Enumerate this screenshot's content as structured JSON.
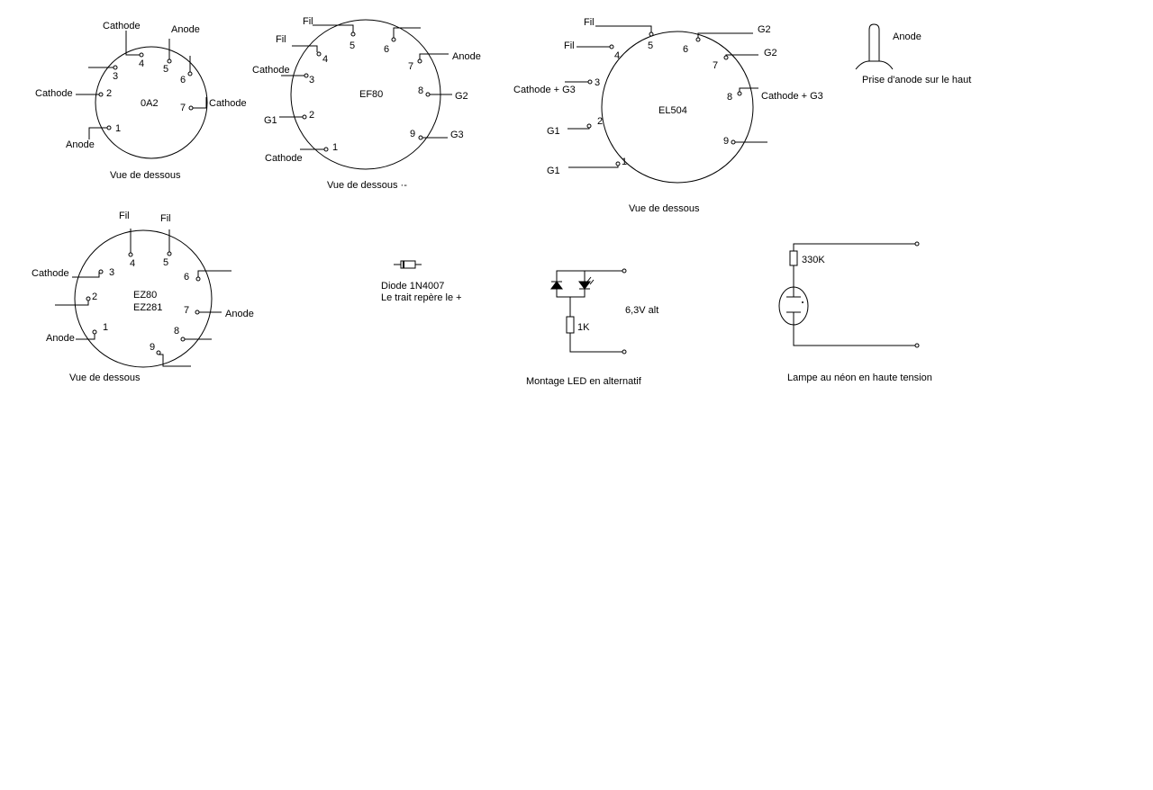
{
  "tubes": [
    {
      "id": "oa2",
      "name": "0A2",
      "view": "Vue de dessous",
      "pins": [
        {
          "n": "1",
          "label": "Anode"
        },
        {
          "n": "2",
          "label": "Cathode"
        },
        {
          "n": "3",
          "label": ""
        },
        {
          "n": "4",
          "label": "Cathode"
        },
        {
          "n": "5",
          "label": "Anode"
        },
        {
          "n": "6",
          "label": ""
        },
        {
          "n": "7",
          "label": "Cathode"
        }
      ]
    },
    {
      "id": "ef80",
      "name": "EF80",
      "view": "Vue de dessous ·-",
      "pins": [
        {
          "n": "1",
          "label": "Cathode"
        },
        {
          "n": "2",
          "label": "G1"
        },
        {
          "n": "3",
          "label": "Cathode"
        },
        {
          "n": "4",
          "label": "Fil"
        },
        {
          "n": "5",
          "label": "Fil"
        },
        {
          "n": "6",
          "label": ""
        },
        {
          "n": "7",
          "label": "Anode"
        },
        {
          "n": "8",
          "label": "G2"
        },
        {
          "n": "9",
          "label": "G3"
        }
      ]
    },
    {
      "id": "el504",
      "name": "EL504",
      "view": "Vue de dessous",
      "pins": [
        {
          "n": "1",
          "label": "G1"
        },
        {
          "n": "2",
          "label": "G1"
        },
        {
          "n": "3",
          "label": "Cathode + G3"
        },
        {
          "n": "4",
          "label": "Fil"
        },
        {
          "n": "5",
          "label": "Fil"
        },
        {
          "n": "6",
          "label": "G2"
        },
        {
          "n": "7",
          "label": "G2"
        },
        {
          "n": "8",
          "label": "Cathode + G3"
        },
        {
          "n": "9",
          "label": ""
        }
      ]
    },
    {
      "id": "ez80",
      "name": "EZ80",
      "name2": "EZ281",
      "view": "Vue de dessous",
      "pins": [
        {
          "n": "1",
          "label": "Anode"
        },
        {
          "n": "2",
          "label": ""
        },
        {
          "n": "3",
          "label": "Cathode"
        },
        {
          "n": "4",
          "label": "Fil"
        },
        {
          "n": "5",
          "label": "Fil"
        },
        {
          "n": "6",
          "label": ""
        },
        {
          "n": "7",
          "label": "Anode"
        },
        {
          "n": "8",
          "label": ""
        },
        {
          "n": "9",
          "label": ""
        }
      ]
    }
  ],
  "anode_cap": {
    "label": "Anode",
    "caption": "Prise d'anode sur le haut"
  },
  "diode": {
    "line1": "Diode 1N4007",
    "line2": "Le trait repère le +"
  },
  "led_circuit": {
    "resistor": "1K",
    "voltage": "6,3V alt",
    "caption": "Montage LED en alternatif"
  },
  "neon_circuit": {
    "resistor": "330K",
    "caption": "Lampe au néon en haute tension"
  }
}
